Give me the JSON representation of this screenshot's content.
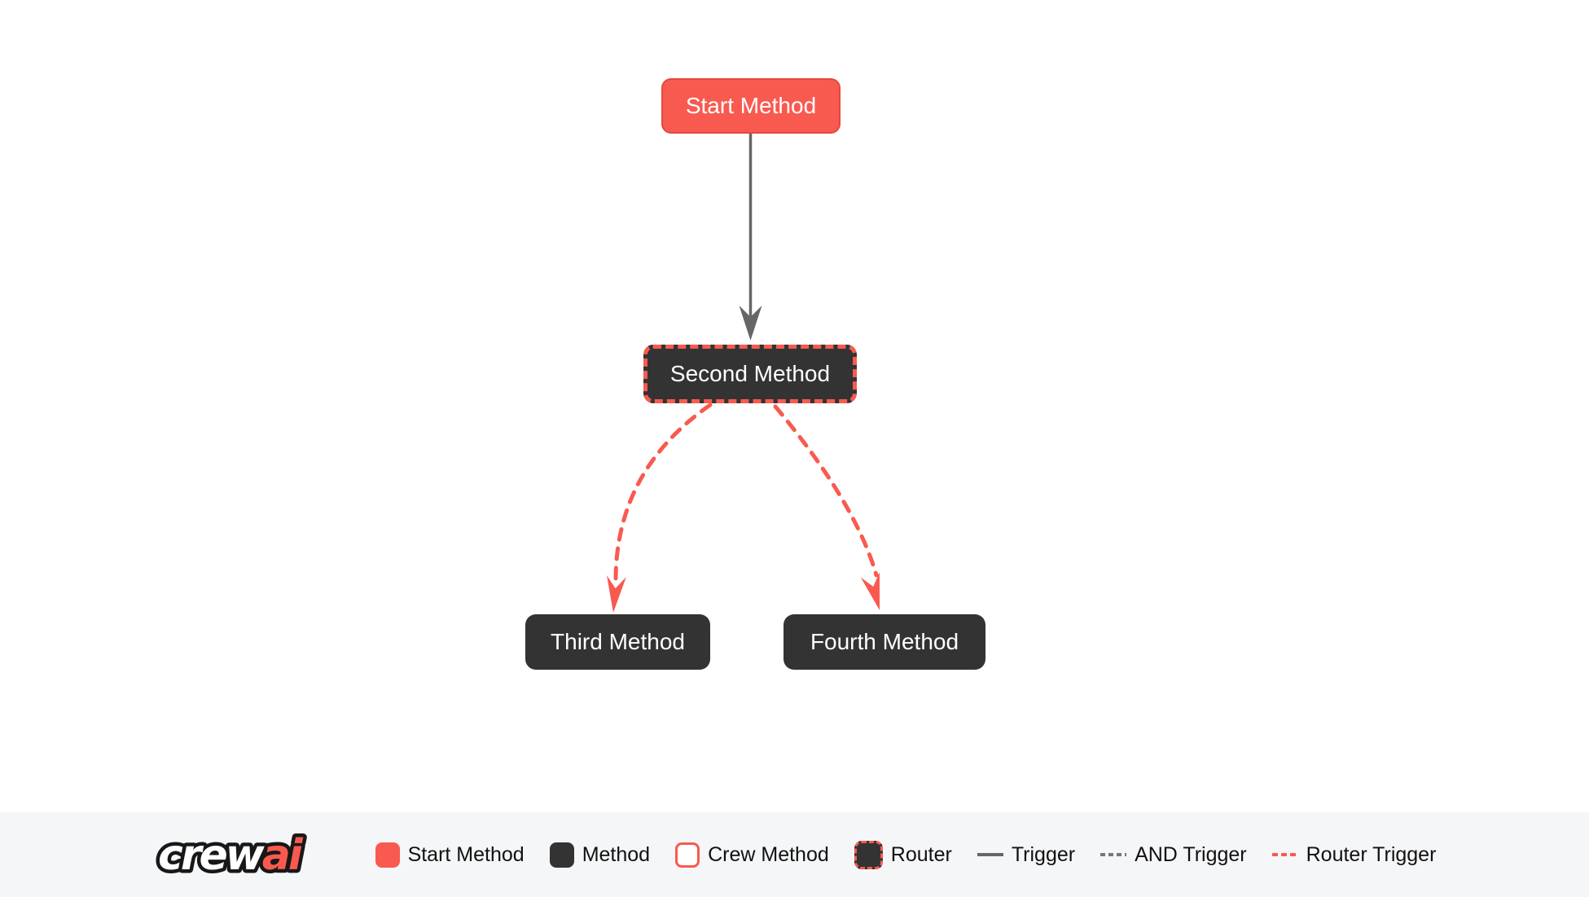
{
  "flow": {
    "nodes": [
      {
        "label": "Start Method",
        "type": "start-method"
      },
      {
        "label": "Second Method",
        "type": "router"
      },
      {
        "label": "Third Method",
        "type": "method"
      },
      {
        "label": "Fourth Method",
        "type": "method"
      }
    ],
    "edges": [
      {
        "from": "Start Method",
        "to": "Second Method",
        "type": "trigger"
      },
      {
        "from": "Second Method",
        "to": "Third Method",
        "type": "router-trigger"
      },
      {
        "from": "Second Method",
        "to": "Fourth Method",
        "type": "router-trigger"
      }
    ]
  },
  "legend": {
    "logo_crew": "crew",
    "logo_ai": "ai",
    "items": [
      {
        "label": "Start Method"
      },
      {
        "label": "Method"
      },
      {
        "label": "Crew Method"
      },
      {
        "label": "Router"
      },
      {
        "label": "Trigger"
      },
      {
        "label": "AND Trigger"
      },
      {
        "label": "Router Trigger"
      }
    ]
  },
  "colors": {
    "accent_red": "#F85A50",
    "accent_red_border": "#E2483F",
    "node_dark": "#333333",
    "trigger_gray": "#666666",
    "footer_bg": "#F5F6F8"
  }
}
